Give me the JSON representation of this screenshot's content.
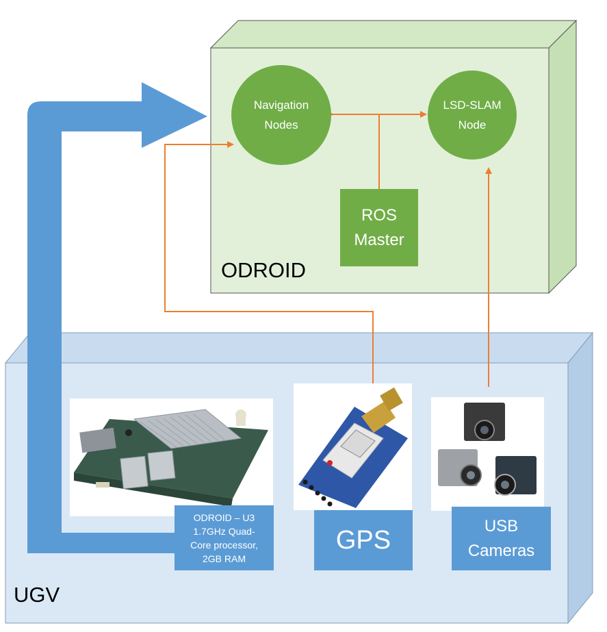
{
  "ugv": {
    "label": "UGV"
  },
  "odroid": {
    "label": "ODROID"
  },
  "nodes": {
    "navigation": "Navigation\nNodes",
    "lsd_slam": "LSD-SLAM\nNode",
    "ros_master": "ROS\nMaster"
  },
  "hardware": {
    "odroid_board": "ODROID – U3\n1.7GHz Quad-\nCore processor,\n2GB RAM",
    "gps": "GPS",
    "usb_cameras": "USB\nCameras"
  },
  "colors": {
    "ugv_fill": "#dae8f5",
    "odroid_fill": "#e2f0d9",
    "node_green": "#70ad47",
    "arrow_blue": "#5b9bd5",
    "connector_orange": "#ed7d31"
  }
}
